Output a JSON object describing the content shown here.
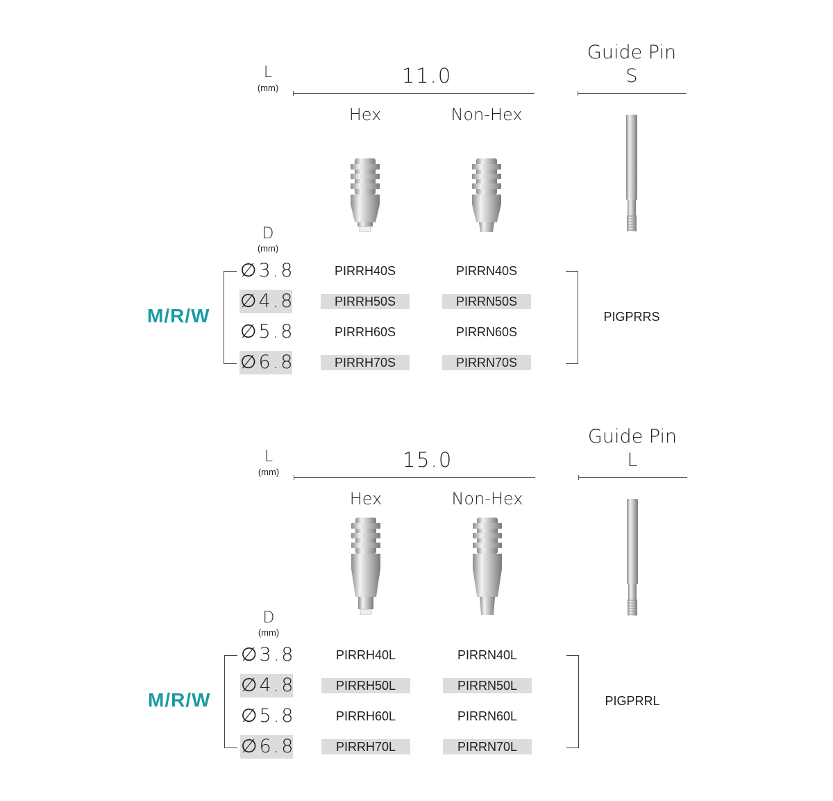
{
  "accent_color": "#1a9ba3",
  "sections": [
    {
      "length_label": "L",
      "length_unit": "(mm)",
      "length_value": "11.0",
      "guide_pin_title": "Guide Pin",
      "guide_pin_size": "S",
      "col_hex": "Hex",
      "col_nonhex": "Non-Hex",
      "diameter_label": "D",
      "diameter_unit": "(mm)",
      "platform": "M/R/W",
      "rows": [
        {
          "diameter": "∅3.8",
          "hex": "PIRRH40S",
          "nonhex": "PIRRN40S"
        },
        {
          "diameter": "∅4.8",
          "hex": "PIRRH50S",
          "nonhex": "PIRRN50S"
        },
        {
          "diameter": "∅5.8",
          "hex": "PIRRH60S",
          "nonhex": "PIRRN60S"
        },
        {
          "diameter": "∅6.8",
          "hex": "PIRRH70S",
          "nonhex": "PIRRN70S"
        }
      ],
      "guide_pin_code": "PIGPRRS",
      "icons": {
        "hex": "hex-abutment-short-image",
        "nonhex": "nonhex-abutment-short-image",
        "pin": "guide-pin-short-image"
      }
    },
    {
      "length_label": "L",
      "length_unit": "(mm)",
      "length_value": "15.0",
      "guide_pin_title": "Guide Pin",
      "guide_pin_size": "L",
      "col_hex": "Hex",
      "col_nonhex": "Non-Hex",
      "diameter_label": "D",
      "diameter_unit": "(mm)",
      "platform": "M/R/W",
      "rows": [
        {
          "diameter": "∅3.8",
          "hex": "PIRRH40L",
          "nonhex": "PIRRN40L"
        },
        {
          "diameter": "∅4.8",
          "hex": "PIRRH50L",
          "nonhex": "PIRRN50L"
        },
        {
          "diameter": "∅5.8",
          "hex": "PIRRH60L",
          "nonhex": "PIRRN60L"
        },
        {
          "diameter": "∅6.8",
          "hex": "PIRRH70L",
          "nonhex": "PIRRN70L"
        }
      ],
      "guide_pin_code": "PIGPRRL",
      "icons": {
        "hex": "hex-abutment-long-image",
        "nonhex": "nonhex-abutment-long-image",
        "pin": "guide-pin-long-image"
      }
    }
  ]
}
